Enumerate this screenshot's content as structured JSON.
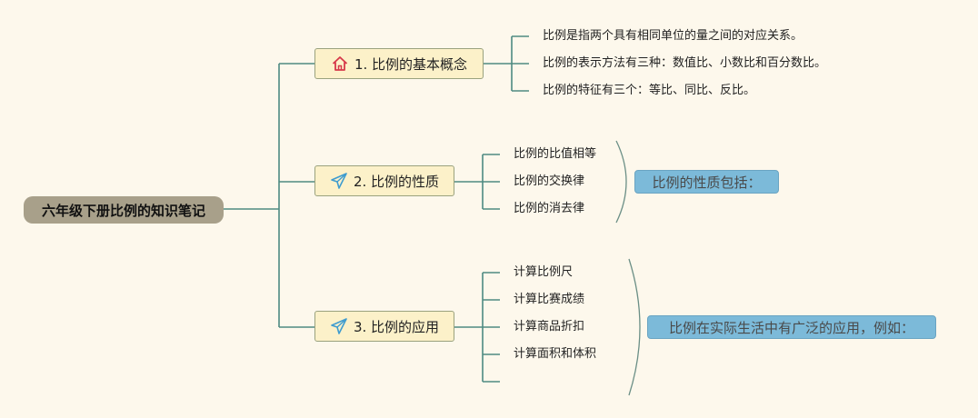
{
  "root": {
    "label": "六年级下册比例的知识笔记"
  },
  "branches": [
    {
      "label": "1. 比例的基本概念",
      "icon": "home-icon",
      "leaves": [
        "比例是指两个具有相同单位的量之间的对应关系。",
        "比例的表示方法有三种：数值比、小数比和百分数比。",
        "比例的特征有三个：等比、同比、反比。"
      ]
    },
    {
      "label": "2. 比例的性质",
      "icon": "paper-plane-icon",
      "leaves": [
        "比例的比值相等",
        "比例的交换律",
        "比例的消去律"
      ],
      "summary": "比例的性质包括："
    },
    {
      "label": "3. 比例的应用",
      "icon": "paper-plane-icon",
      "leaves": [
        "计算比例尺",
        "计算比赛成绩",
        "计算商品折扣",
        "计算面积和体积",
        ""
      ],
      "summary": "比例在实际生活中有广泛的应用，例如："
    }
  ],
  "colors": {
    "background": "#fdf8ec",
    "connector": "#4e8a82",
    "root_fill": "#a8a08a",
    "branch_fill": "#fcf1c9",
    "summary_fill": "#7cbad9",
    "home_icon": "#d6394a",
    "plane_icon": "#3f9ccf"
  }
}
